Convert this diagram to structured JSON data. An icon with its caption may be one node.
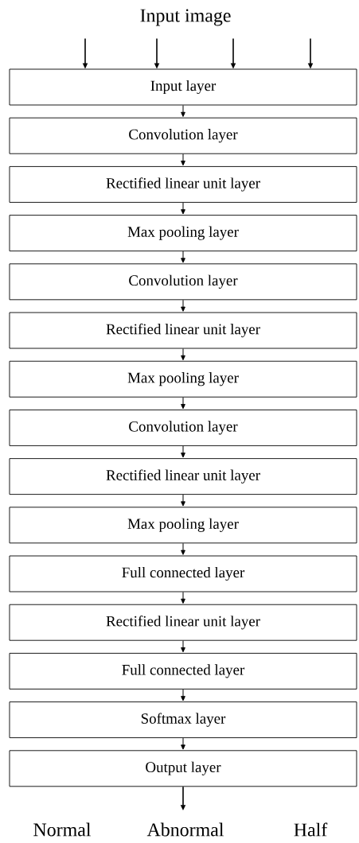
{
  "diagram": {
    "title": "Input image",
    "nodes": [
      {
        "text": [
          "Input layer"
        ]
      },
      {
        "text": [
          "Convolution layer"
        ]
      },
      {
        "text": [
          "Rectified linear unit layer"
        ]
      },
      {
        "text": [
          "Max pooling layer"
        ]
      },
      {
        "text": [
          "Convolution layer"
        ]
      },
      {
        "text": [
          "Rectified linear unit layer"
        ]
      },
      {
        "text": [
          "Max pooling layer"
        ]
      },
      {
        "text": [
          "Convolution layer"
        ]
      },
      {
        "text": [
          "Rectified linear unit layer"
        ]
      },
      {
        "text": [
          "Max pooling layer"
        ]
      },
      {
        "text": [
          "Full connected layer"
        ]
      },
      {
        "text": [
          "Rectified linear unit layer"
        ]
      },
      {
        "text": [
          "Full connected layer"
        ]
      },
      {
        "text": [
          "Softmax layer"
        ]
      },
      {
        "text": [
          "Output layer"
        ]
      }
    ],
    "edges": [
      {
        "from": null,
        "to": 0,
        "arrow": "to"
      },
      {
        "from": null,
        "to": 0,
        "arrow": "to"
      },
      {
        "from": null,
        "to": 0,
        "arrow": "to"
      },
      {
        "from": null,
        "to": 0,
        "arrow": "to"
      },
      {
        "from": 0,
        "to": 1,
        "arrow": "to"
      },
      {
        "from": 1,
        "to": 2,
        "arrow": "to"
      },
      {
        "from": 2,
        "to": 3,
        "arrow": "to"
      },
      {
        "from": 3,
        "to": 4,
        "arrow": "to"
      },
      {
        "from": 4,
        "to": 5,
        "arrow": "to"
      },
      {
        "from": 5,
        "to": 6,
        "arrow": "to"
      },
      {
        "from": 6,
        "to": 7,
        "arrow": "to"
      },
      {
        "from": 7,
        "to": 8,
        "arrow": "to"
      },
      {
        "from": 8,
        "to": 9,
        "arrow": "to"
      },
      {
        "from": 9,
        "to": 10,
        "arrow": "to"
      },
      {
        "from": 10,
        "to": 11,
        "arrow": "to"
      },
      {
        "from": 11,
        "to": 12,
        "arrow": "to"
      },
      {
        "from": 12,
        "to": 13,
        "arrow": "to"
      },
      {
        "from": 13,
        "to": 14,
        "arrow": "to"
      },
      {
        "from": 14,
        "to": null,
        "arrow": "to"
      }
    ],
    "labels": [
      "Normal",
      "Abnormal",
      "Half"
    ]
  }
}
